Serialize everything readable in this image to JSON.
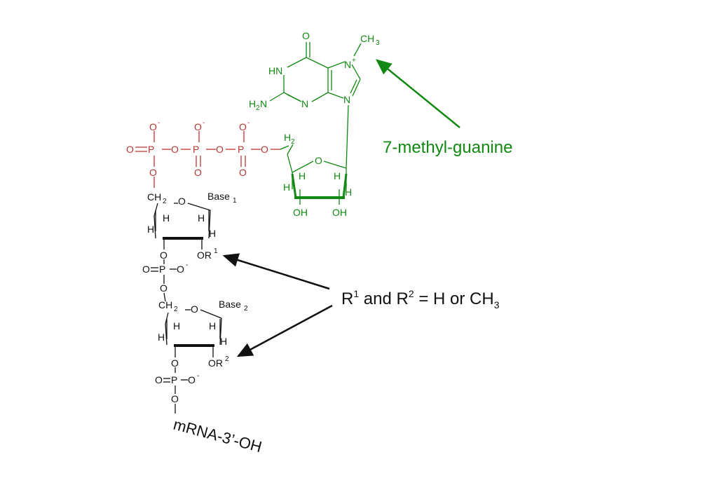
{
  "guanine": {
    "O": "O",
    "HN": "HN",
    "N_plus": "N",
    "plus": "+",
    "CH": "CH",
    "CH3_sub": "3",
    "H": "H",
    "N2": "2",
    "N": "N",
    "N9": "N"
  },
  "triphosphate": {
    "O_top1": "O",
    "O_top2": "O",
    "O_top3": "O",
    "minus": "-",
    "O_left": "O",
    "P": "P",
    "O_bridge": "O",
    "O_bottom": "O",
    "O_lower": "O"
  },
  "cap_sugar": {
    "H2": "H",
    "H2_sub": "2",
    "O": "O",
    "H": "H",
    "OH": "OH"
  },
  "sugar1": {
    "CH": "CH",
    "CH_sub": "2",
    "O": "O",
    "Base": "Base",
    "Base_sub": "1",
    "H": "H",
    "OR": "OR",
    "OR_sup": "1"
  },
  "phosphate_link": {
    "O": "O",
    "P": "P",
    "minus": "-"
  },
  "sugar2": {
    "CH": "CH",
    "CH_sub": "2",
    "O": "O",
    "Base": "Base",
    "Base_sub": "2",
    "H": "H",
    "OR": "OR",
    "OR_sup": "2"
  },
  "tail": {
    "O": "O",
    "P": "P",
    "minus": "-",
    "label": "mRNA-3’-OH"
  },
  "labels": {
    "guanine_label": "7-methyl-guanine",
    "r_label_R": "R",
    "r_label_sup1": "1",
    "r_label_and": " and R",
    "r_label_sup2": "2",
    "r_label_eq": " = H or CH",
    "r_label_sub3": "3"
  },
  "colors": {
    "cap": "#118811",
    "phosphate": "#bb3333",
    "chain": "#111111"
  }
}
